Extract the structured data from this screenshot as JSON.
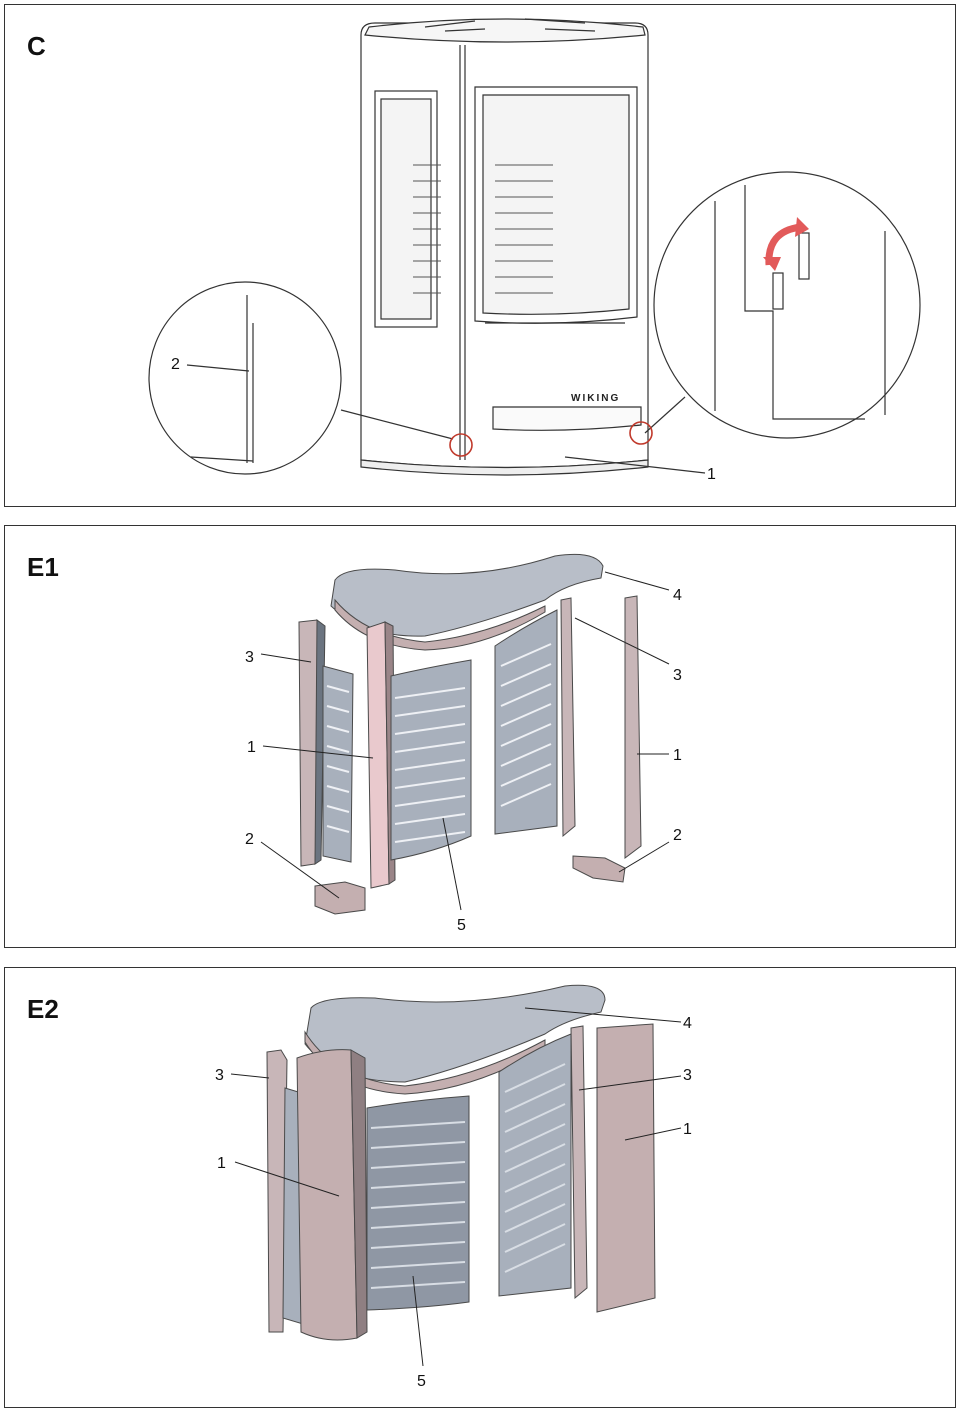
{
  "panels": {
    "c": {
      "title": "C"
    },
    "e1": {
      "title": "E1"
    },
    "e2": {
      "title": "E2"
    }
  },
  "brand": "WIKING",
  "callouts": {
    "c": {
      "left_detail": "2",
      "base": "1"
    },
    "e1": {
      "top_plate": "4",
      "left_strip": "3",
      "right_strip": "3",
      "left_panel": "1",
      "right_panel": "1",
      "left_foot": "2",
      "right_foot": "2",
      "back_panel": "5"
    },
    "e2": {
      "top_plate": "4",
      "left_strip": "3",
      "right_strip": "3",
      "left_panel": "1",
      "right_panel": "1",
      "back_panel": "5"
    }
  },
  "colors": {
    "stone": "#c4afb0",
    "stone_dark": "#8f7f82",
    "liner": "#a8b0bc",
    "liner_dark": "#5d6672",
    "highlight": "#e88a8a",
    "arrow": "#e25a5a"
  }
}
